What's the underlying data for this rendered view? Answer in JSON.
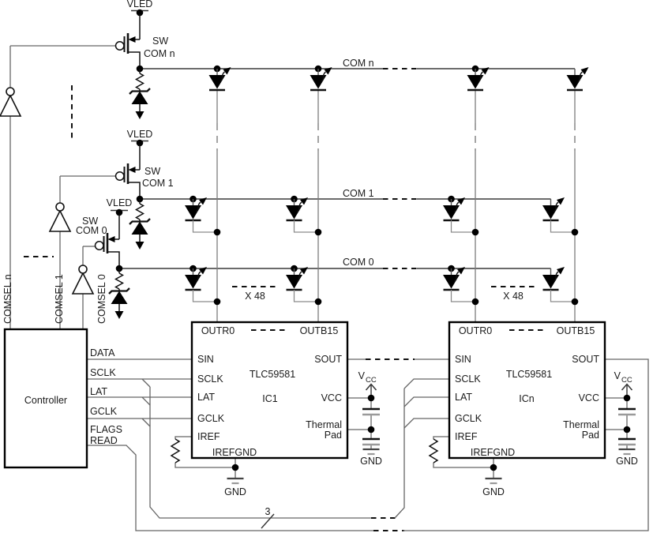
{
  "power": {
    "vled": "VLED",
    "vcc_main": "V",
    "vcc_sub": "CC",
    "gnd": "GND"
  },
  "switches": {
    "sw": "SW",
    "com_n": "COM n",
    "com_1": "COM 1",
    "com_0": "COM 0"
  },
  "comsel": {
    "n": "COMSEL n",
    "one": "COMSEL 1",
    "zero": "COMSEL 0"
  },
  "controller": {
    "name": "Controller",
    "data": "DATA",
    "sclk": "SCLK",
    "lat": "LAT",
    "gclk": "GCLK",
    "flags": "FLAGS",
    "read": "READ"
  },
  "com_lines": {
    "n": "COM n",
    "one": "COM 1",
    "zero": "COM 0"
  },
  "matrix": {
    "x48": "X 48"
  },
  "bus": {
    "count": "3"
  },
  "ic_pins": {
    "outr0": "OUTR0",
    "outb15": "OUTB15",
    "sin": "SIN",
    "sclk": "SCLK",
    "lat": "LAT",
    "gclk": "GCLK",
    "iref": "IREF",
    "sout": "SOUT",
    "vcc": "VCC",
    "thermal_1": "Thermal",
    "thermal_2": "Pad",
    "irefgnd": "IREFGND"
  },
  "ic1": {
    "part": "TLC59581",
    "designator": "IC1"
  },
  "icn": {
    "part": "TLC59581",
    "designator": "ICn"
  }
}
